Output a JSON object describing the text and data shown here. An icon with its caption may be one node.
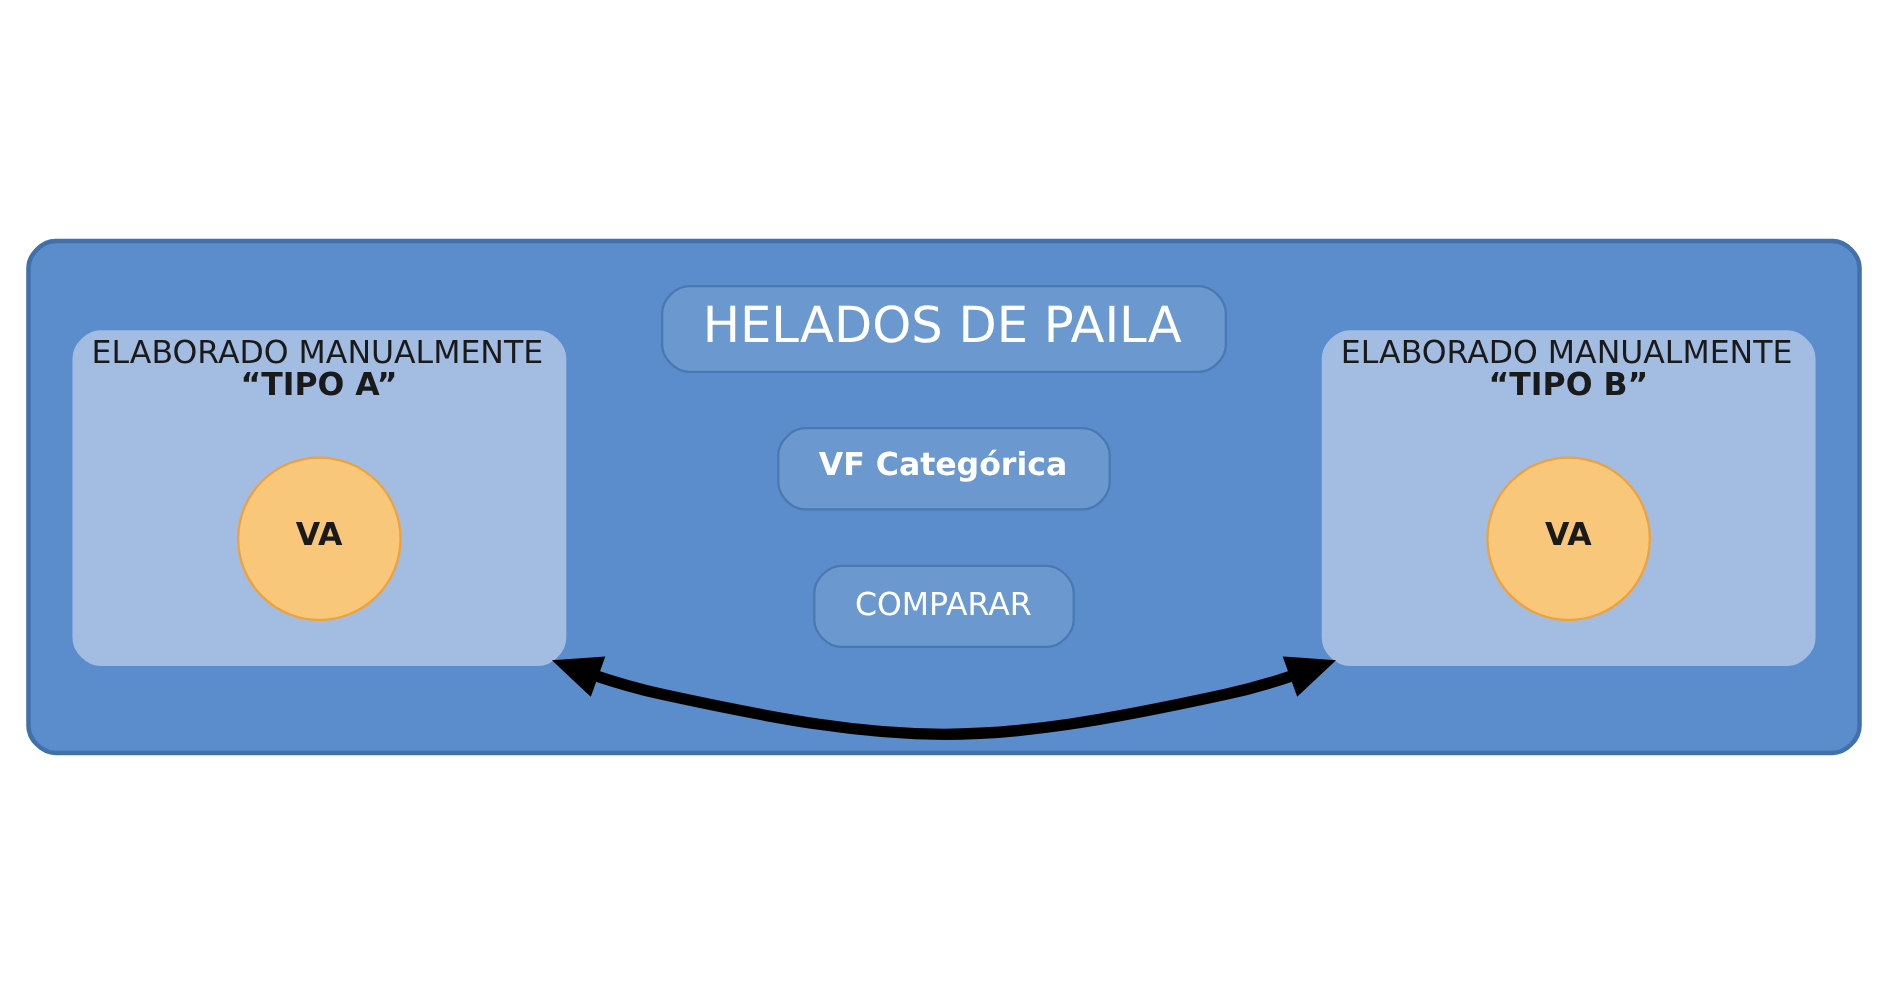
{
  "diagram": {
    "nodes": [
      {
        "text": [],
        "shape": "ellipse"
      },
      {
        "text": [
          "HELADOS DE PAILA"
        ],
        "in": 0
      },
      {
        "text": [
          "VF Categórica"
        ],
        "in": 0
      },
      {
        "text": [
          "ELABORADO MANUALMENTE",
          "“TIPO A”"
        ],
        "in": 0
      },
      {
        "text": [
          "VA"
        ],
        "in": 3
      },
      {
        "text": [
          "ELABORADO MANUALMENTE",
          "“TIPO B”"
        ],
        "in": 0
      },
      {
        "text": [
          "VA"
        ],
        "in": 5
      },
      {
        "text": [
          "COMPARAR"
        ],
        "in": 0
      }
    ],
    "edges": [
      {
        "from": 3,
        "to": 5,
        "arrow": "both"
      }
    ]
  }
}
